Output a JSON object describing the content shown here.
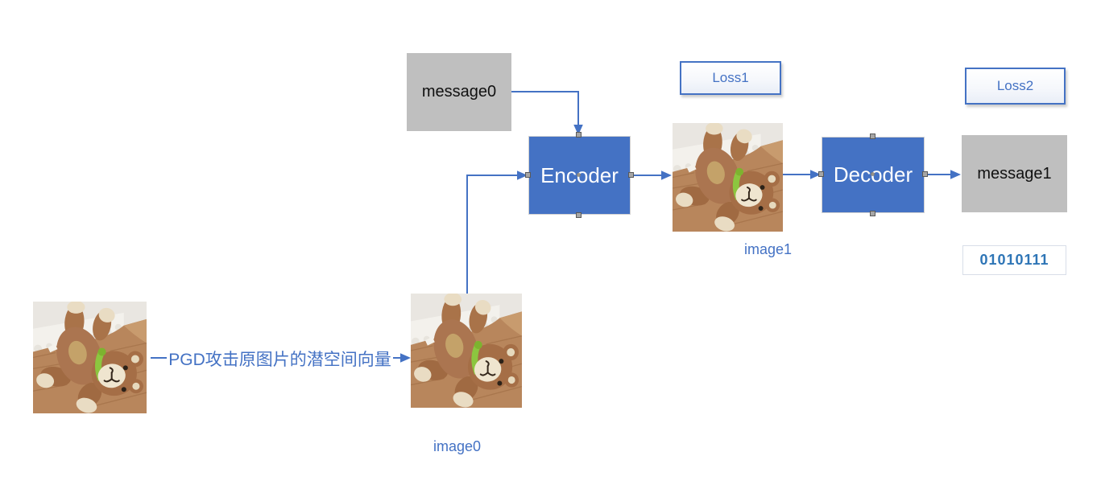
{
  "diagram": {
    "boxes": {
      "message0": "message0",
      "encoder": "Encoder",
      "decoder": "Decoder",
      "message1": "message1"
    },
    "loss_boxes": {
      "loss1": "Loss1",
      "loss2": "Loss2"
    },
    "bits_box": "01010111",
    "image_captions": {
      "image0": "image0",
      "image1": "image1"
    },
    "pgd_arrow_label": "PGD攻击原图片的潜空间向量",
    "images": [
      {
        "name": "source-teddy-photo"
      },
      {
        "name": "image0-teddy-photo"
      },
      {
        "name": "image1-teddy-photo"
      }
    ],
    "colors": {
      "accent_blue": "#4472C4",
      "bits_text_blue": "#2E75B6",
      "message_box_gray": "#BFBFBF",
      "node_text_white": "#FFFFFF",
      "message_text_black": "#111111"
    }
  }
}
